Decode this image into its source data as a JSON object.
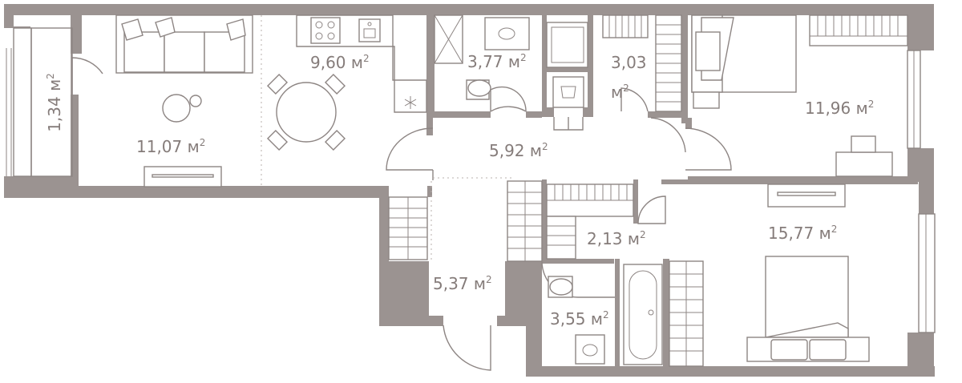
{
  "plan": {
    "rooms": [
      {
        "id": "balcony",
        "value": "1,34",
        "unit": "м",
        "exp": "2"
      },
      {
        "id": "living",
        "value": "11,07",
        "unit": "м",
        "exp": "2"
      },
      {
        "id": "kitchen",
        "value": "9,60",
        "unit": "м",
        "exp": "2"
      },
      {
        "id": "bath1",
        "value": "3,77",
        "unit": "м",
        "exp": "2"
      },
      {
        "id": "laundry",
        "value": "3,03",
        "unit": "м",
        "exp": "2"
      },
      {
        "id": "bedroom1",
        "value": "11,96",
        "unit": "м",
        "exp": "2"
      },
      {
        "id": "hall",
        "value": "5,92",
        "unit": "м",
        "exp": "2"
      },
      {
        "id": "closet",
        "value": "2,13",
        "unit": "м",
        "exp": "2"
      },
      {
        "id": "bedroom2",
        "value": "15,77",
        "unit": "м",
        "exp": "2"
      },
      {
        "id": "entry",
        "value": "5,37",
        "unit": "м",
        "exp": "2"
      },
      {
        "id": "bath2",
        "value": "3,55",
        "unit": "м",
        "exp": "2"
      }
    ],
    "colors": {
      "wall": "#9b9391",
      "line": "#8d8583",
      "text": "#857c7a"
    },
    "icons": [
      "snowflake-icon",
      "stove-icon",
      "sink-icon",
      "toilet-icon",
      "bathtub-icon",
      "washer-icon"
    ]
  }
}
